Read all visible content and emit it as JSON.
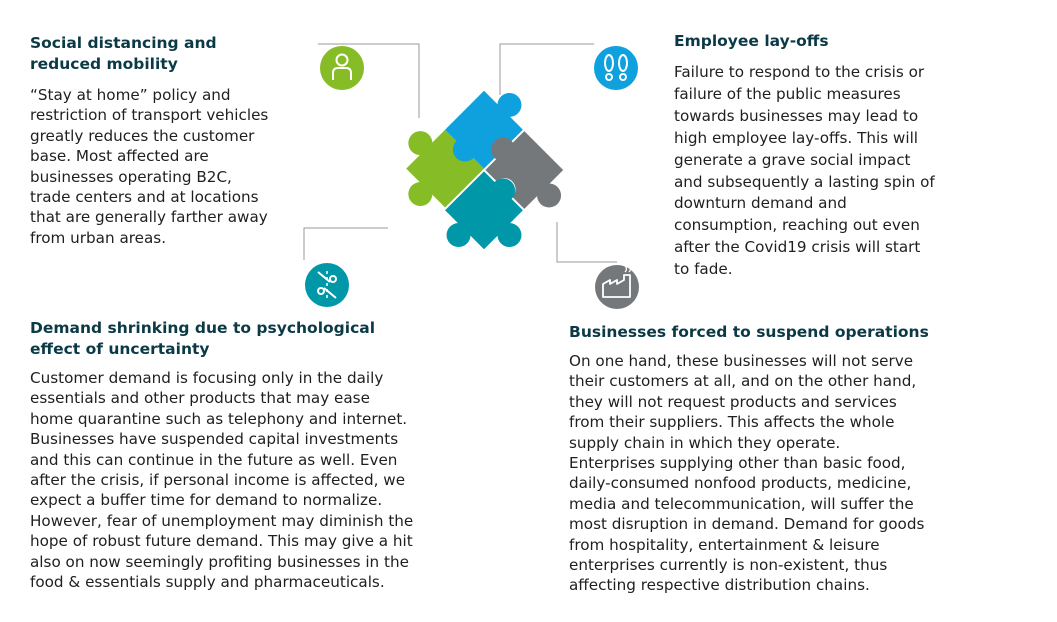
{
  "colors": {
    "green": "#86BC25",
    "blue": "#0FA0DE",
    "gray": "#75787B",
    "teal": "#0097A9",
    "heading": "#0B3A46",
    "line": "#9A9A9A"
  },
  "icons": {
    "top_left": "person-icon",
    "top_right": "footprints-icon",
    "bottom_left": "scissors-icon",
    "bottom_right": "factory-icon"
  },
  "blocks": {
    "social": {
      "title_line1": "Social distancing and",
      "title_line2": "reduced mobility",
      "lines": [
        "“Stay at home” policy and",
        "restriction of transport vehicles",
        "greatly reduces the customer",
        "base. Most affected are",
        "businesses operating B2C,",
        "trade centers and at locations",
        "that are generally farther away",
        "from urban areas."
      ]
    },
    "layoffs": {
      "title_line1": "Employee lay-offs",
      "lines": [
        "Failure to respond to the crisis or",
        "failure of the public measures",
        "towards businesses may lead to",
        "high employee lay-offs. This will",
        "generate a grave social impact",
        "and subsequently a lasting spin of",
        "downturn demand and",
        "consumption, reaching out even",
        "after the Covid19 crisis will start",
        "to fade."
      ]
    },
    "demand": {
      "title_line1": "Demand shrinking due to psychological",
      "title_line2": "effect of uncertainty",
      "lines": [
        "Customer demand is focusing only in the daily",
        "essentials and other products that may ease",
        "home quarantine such as telephony and internet.",
        "Businesses have suspended capital investments",
        "and this can continue in the future as well. Even",
        "after the crisis, if personal income is affected, we",
        "expect a buffer time for demand to normalize.",
        "However, fear of unemployment may diminish the",
        "hope of robust future demand. This may give a hit",
        "also on now seemingly profiting businesses in the",
        "food & essentials supply and pharmaceuticals."
      ]
    },
    "suspend": {
      "title_line1": "Businesses forced to suspend operations",
      "lines": [
        "On one hand, these businesses will not serve",
        "their customers at all, and on the other hand,",
        "they will not request products and services",
        "from their suppliers. This affects the whole",
        "supply chain in which they operate.",
        "Enterprises supplying other than basic food,",
        "daily-consumed nonfood products, medicine,",
        "media and telecommunication, will suffer the",
        "most disruption in demand. Demand for goods",
        "from hospitality, entertainment & leisure",
        "enterprises currently is non-existent, thus",
        "affecting respective distribution chains."
      ]
    }
  }
}
